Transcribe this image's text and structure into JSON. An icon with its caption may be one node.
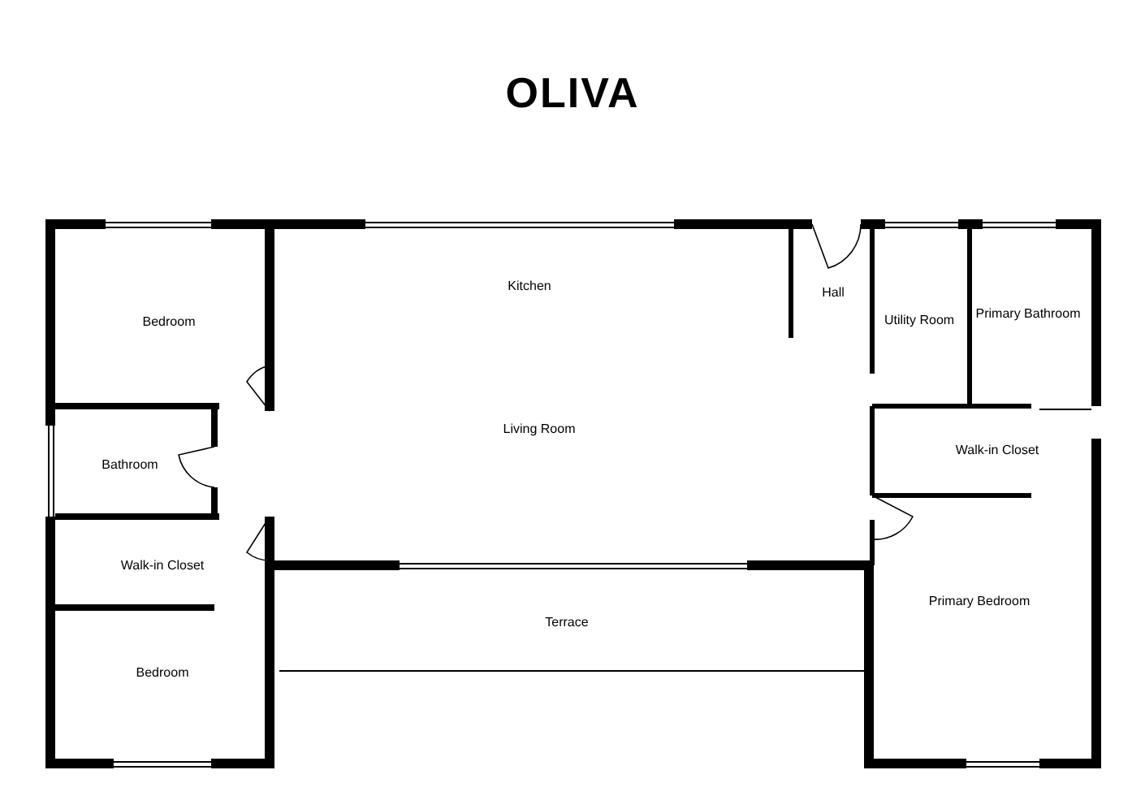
{
  "diagram": {
    "title": "OLIVA",
    "labels": [
      "Bedroom",
      "Kitchen",
      "Hall",
      "Utility Room",
      "Primary Bathroom",
      "Bathroom",
      "Living Room",
      "Walk-in Closet",
      "Walk-in Closet",
      "Terrace",
      "Primary Bedroom",
      "Bedroom"
    ]
  }
}
